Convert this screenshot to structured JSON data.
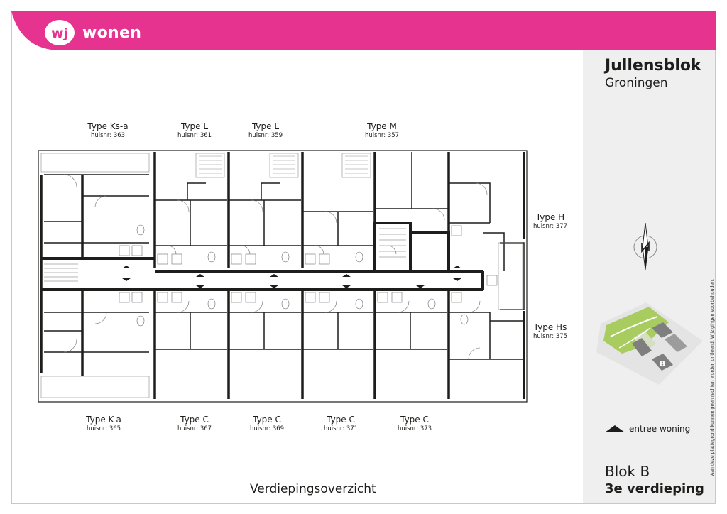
{
  "brand": {
    "name": "wonen",
    "accent": "#e6338f"
  },
  "project": {
    "title": "Jullensblok",
    "city": "Groningen"
  },
  "legend": {
    "entry_label": "entree woning"
  },
  "block": {
    "name": "Blok B",
    "floor": "3e verdieping"
  },
  "disclaimer": "Aan deze plattegrond kunnen geen rechten worden ontleend. Wijzigingen voorbehouden.",
  "site_map": {
    "block_marker": "B"
  },
  "plan": {
    "caption": "Verdiepingsoverzicht",
    "house_prefix": "huisnr:",
    "units_top": [
      {
        "type": "Type Ks-a",
        "house": "huisnr: 363"
      },
      {
        "type": "Type L",
        "house": "huisnr: 361"
      },
      {
        "type": "Type L",
        "house": "huisnr: 359"
      },
      {
        "type": "Type M",
        "house": "huisnr: 357"
      }
    ],
    "units_right": [
      {
        "type": "Type H",
        "house": "huisnr: 377"
      },
      {
        "type": "Type Hs",
        "house": "huisnr: 375"
      }
    ],
    "units_bottom": [
      {
        "type": "Type K-a",
        "house": "huisnr: 365"
      },
      {
        "type": "Type C",
        "house": "huisnr: 367"
      },
      {
        "type": "Type C",
        "house": "huisnr: 369"
      },
      {
        "type": "Type C",
        "house": "huisnr: 371"
      },
      {
        "type": "Type C",
        "house": "huisnr: 373"
      }
    ]
  }
}
